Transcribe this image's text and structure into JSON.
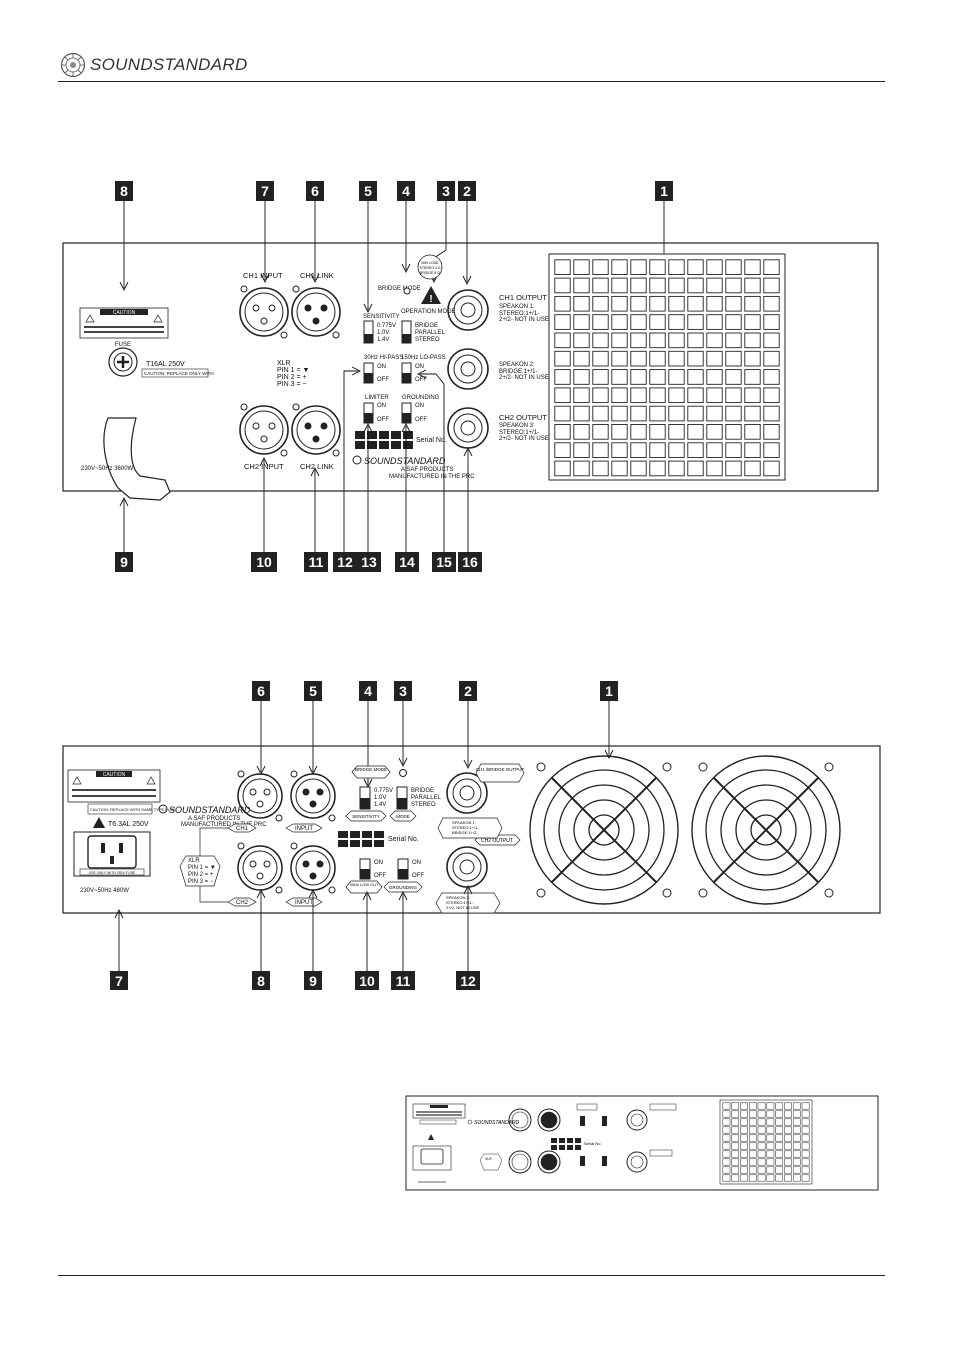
{
  "header": {
    "brand": "SOUNDSTANDARD"
  },
  "figure1": {
    "callouts_top": [
      "8",
      "7",
      "6",
      "5",
      "4",
      "3",
      "2",
      "1"
    ],
    "callouts_bottom": [
      "9",
      "10",
      "11",
      "12",
      "13",
      "14",
      "15",
      "16"
    ],
    "labels": {
      "ch1_input": "CH1 INPUT",
      "ch1_link": "CH1 LINK",
      "ch2_input": "CH2 INPUT",
      "ch2_link": "CH2 LINK",
      "xlr": "XLR",
      "pin1": "PIN 1 = ▼",
      "pin2": "PIN 2 = +",
      "pin3": "PIN 3 = −",
      "bridge_mode": "BRIDGE MODE",
      "sensitivity": "SENSITIVITY",
      "sens_values": [
        "0.775V",
        "1.0V",
        "1.4V"
      ],
      "operation_mode": "OPERATION MODE",
      "mode_values": [
        "BRIDGE",
        "PARALLEL",
        "STEREO"
      ],
      "hipass": "30Hz HI-PASS",
      "lopass": "150Hz LO-PASS",
      "on": "ON",
      "off": "OFF",
      "limiter": "LIMITER",
      "grounding": "GROUNDING",
      "serial": "Serial No.",
      "brand": "SOUNDSTANDARD",
      "brand_sub1": "A SAF PRODUCTS",
      "brand_sub2": "MANUFACTURED IN THE PRC",
      "ch1_output": "CH1 OUTPUT",
      "speakon1": "SPEAKON 1:",
      "speakon1_desc": "STEREO:1+/1-",
      "speakon1_desc2": "2+/2- NOT IN USE",
      "speakon2": "SPEAKON 2:",
      "speakon2_desc": "BRIDGE:1+/1-",
      "speakon2_desc2": "2+/2- NOT IN USE",
      "ch2_output": "CH2 OUTPUT",
      "speakon3": "SPEAKON 3:",
      "speakon3_desc": "STEREO:1+/1-",
      "speakon3_desc2": "2+/2- NOT IN USE",
      "caution": "CAUTION",
      "fuse": "FUSE",
      "fuse_rating": "T16AL 250V",
      "caution_replace": "CAUTION: REPLACE ONLY WITH",
      "power": "230V~50Hz 3600W",
      "min_load_1": "MIN LOAD",
      "min_load_2": "STEREO 4 Ω",
      "min_load_3": "BRIDGE 8 Ω"
    }
  },
  "figure2": {
    "callouts_top": [
      "6",
      "5",
      "4",
      "3",
      "2",
      "1"
    ],
    "callouts_bottom": [
      "7",
      "8",
      "9",
      "10",
      "11",
      "12"
    ],
    "labels": {
      "caution": "CAUTION",
      "caution_replace": "CAUTION: REPLACE WITH SAME TYPE FUSE",
      "brand": "SOUNDSTANDARD",
      "brand_sub1": "A SAF PRODUCTS",
      "brand_sub2": "MANUFACTURED IN THE PRC",
      "fuse_rating": "T6.3AL 250V",
      "power": "230V~50Hz 480W",
      "ch1": "CH1",
      "ch2": "CH2",
      "input": "INPUT",
      "xlr": "XLR",
      "pin1": "PIN 1 = ▼",
      "pin2": "PIN 2 = +",
      "pin3": "PIN 3 = −",
      "bridge_mode": "BRIDGE MODE",
      "sens_values": [
        "0.775V",
        "1.0V",
        "1.4V"
      ],
      "sensitivity": "SENSITIVITY",
      "mode_values": [
        "BRIDGE",
        "PARALLEL",
        "STEREO"
      ],
      "mode": "MODE",
      "serial": "Serial No.",
      "on": "ON",
      "off": "OFF",
      "lowcut": "30Hz LOW CUT",
      "grounding": "GROUNDING",
      "ch1_bridge_output": "CH1 /BRIDGE OUTPUT",
      "ch2_output": "CH2 OUTPUT",
      "speakon1": "SPEAKON 1:",
      "speakon1_desc": "STEREO:1+/1-",
      "speakon1_desc2": "BRIDGE:1+/2-",
      "speakon2": "SPEAKON 2:",
      "speakon2_desc": "STEREO:1+/1-",
      "speakon2_desc2": "2+/2- NOT IN USE",
      "fuse_only": "USE ONLY WITH 250V FUSE"
    }
  },
  "figure3": {
    "labels": {
      "brand": "SOUNDSTANDARD",
      "serial": "Serial No.",
      "xlr": "XLR"
    }
  }
}
